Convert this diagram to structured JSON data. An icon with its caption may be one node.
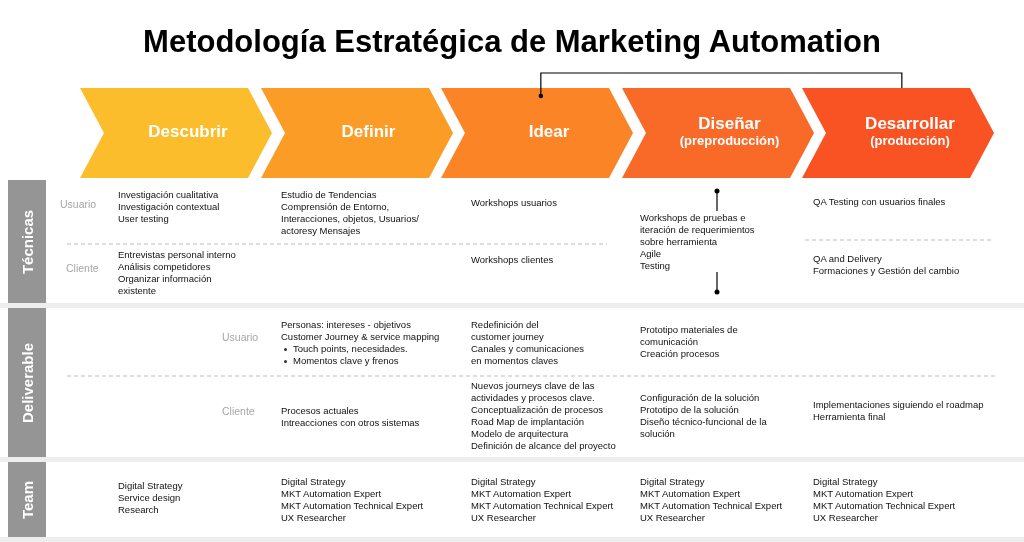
{
  "diagram": {
    "title": "Metodología Estratégica de Marketing Automation",
    "nodes": [
      {
        "text": [
          "Descubrir"
        ]
      },
      {
        "text": [
          "Definir"
        ]
      },
      {
        "text": [
          "Idear"
        ]
      },
      {
        "text": [
          "Diseñar",
          "(preproducción)"
        ]
      },
      {
        "text": [
          "Desarrollar",
          "(producción)"
        ]
      },
      {
        "text": [
          "Técnicas"
        ]
      },
      {
        "text": [
          "Deliverable"
        ]
      },
      {
        "text": [
          "Team"
        ]
      }
    ],
    "edges": [
      {
        "from": 2,
        "to": 4,
        "arrow": "other"
      }
    ],
    "labels": [
      "Usuario",
      "Investigación cualitativa",
      "Investigación contextual",
      "User testing",
      "Estudio de Tendencias",
      "Comprensión de Entorno, Interacciones, objetos, Usuarios/ actoresy Mensajes",
      "Workshops usuarios",
      "Workshops de pruebas e iteración de requerimientos sobre herramienta",
      "Agile",
      "Testing",
      "QA Testing con usuarios finales",
      "Cliente",
      "Entrevistas personal interno",
      "Análisis competidores",
      "Organizar información existente",
      "Workshops clientes",
      "QA and Delivery",
      "Formaciones y Gestión del cambio",
      "Usuario",
      "Personas: intereses - objetivos",
      "Customer Journey & service mapping",
      "Touch points, necesidades.",
      "Momentos clave y frenos",
      "Redefinición del customer journey",
      "Canales y comunicaciones en momentos claves",
      "Prototipo materiales de comunicación",
      "Creación procesos",
      "Cliente",
      "Procesos actuales",
      "Intreacciones con otros sistemas",
      "Nuevos journeys clave de las actividades y procesos clave.",
      "Conceptualización de procesos",
      "Road Map de implantación",
      "Modelo de arquitectura",
      "Definición de alcance del proyecto",
      "Configuración de la solución",
      "Prototipo de la solución",
      "Diseño técnico-funcional de la solución",
      "Implementaciones siguiendo el roadmap",
      "Herramienta final",
      "Digital Strategy",
      "Service design",
      "Research",
      "Digital Strategy",
      "MKT Automation Expert",
      "MKT Automation Technical Expert",
      "UX Researcher",
      "Digital Strategy",
      "MKT Automation Expert",
      "MKT Automation Technical Expert",
      "UX Researcher",
      "Digital Strategy",
      "MKT Automation Expert",
      "MKT Automation Technical Expert",
      "UX Researcher",
      "Digital Strategy",
      "MKT Automation Expert",
      "MKT Automation Technical Expert",
      "UX Researcher"
    ]
  }
}
